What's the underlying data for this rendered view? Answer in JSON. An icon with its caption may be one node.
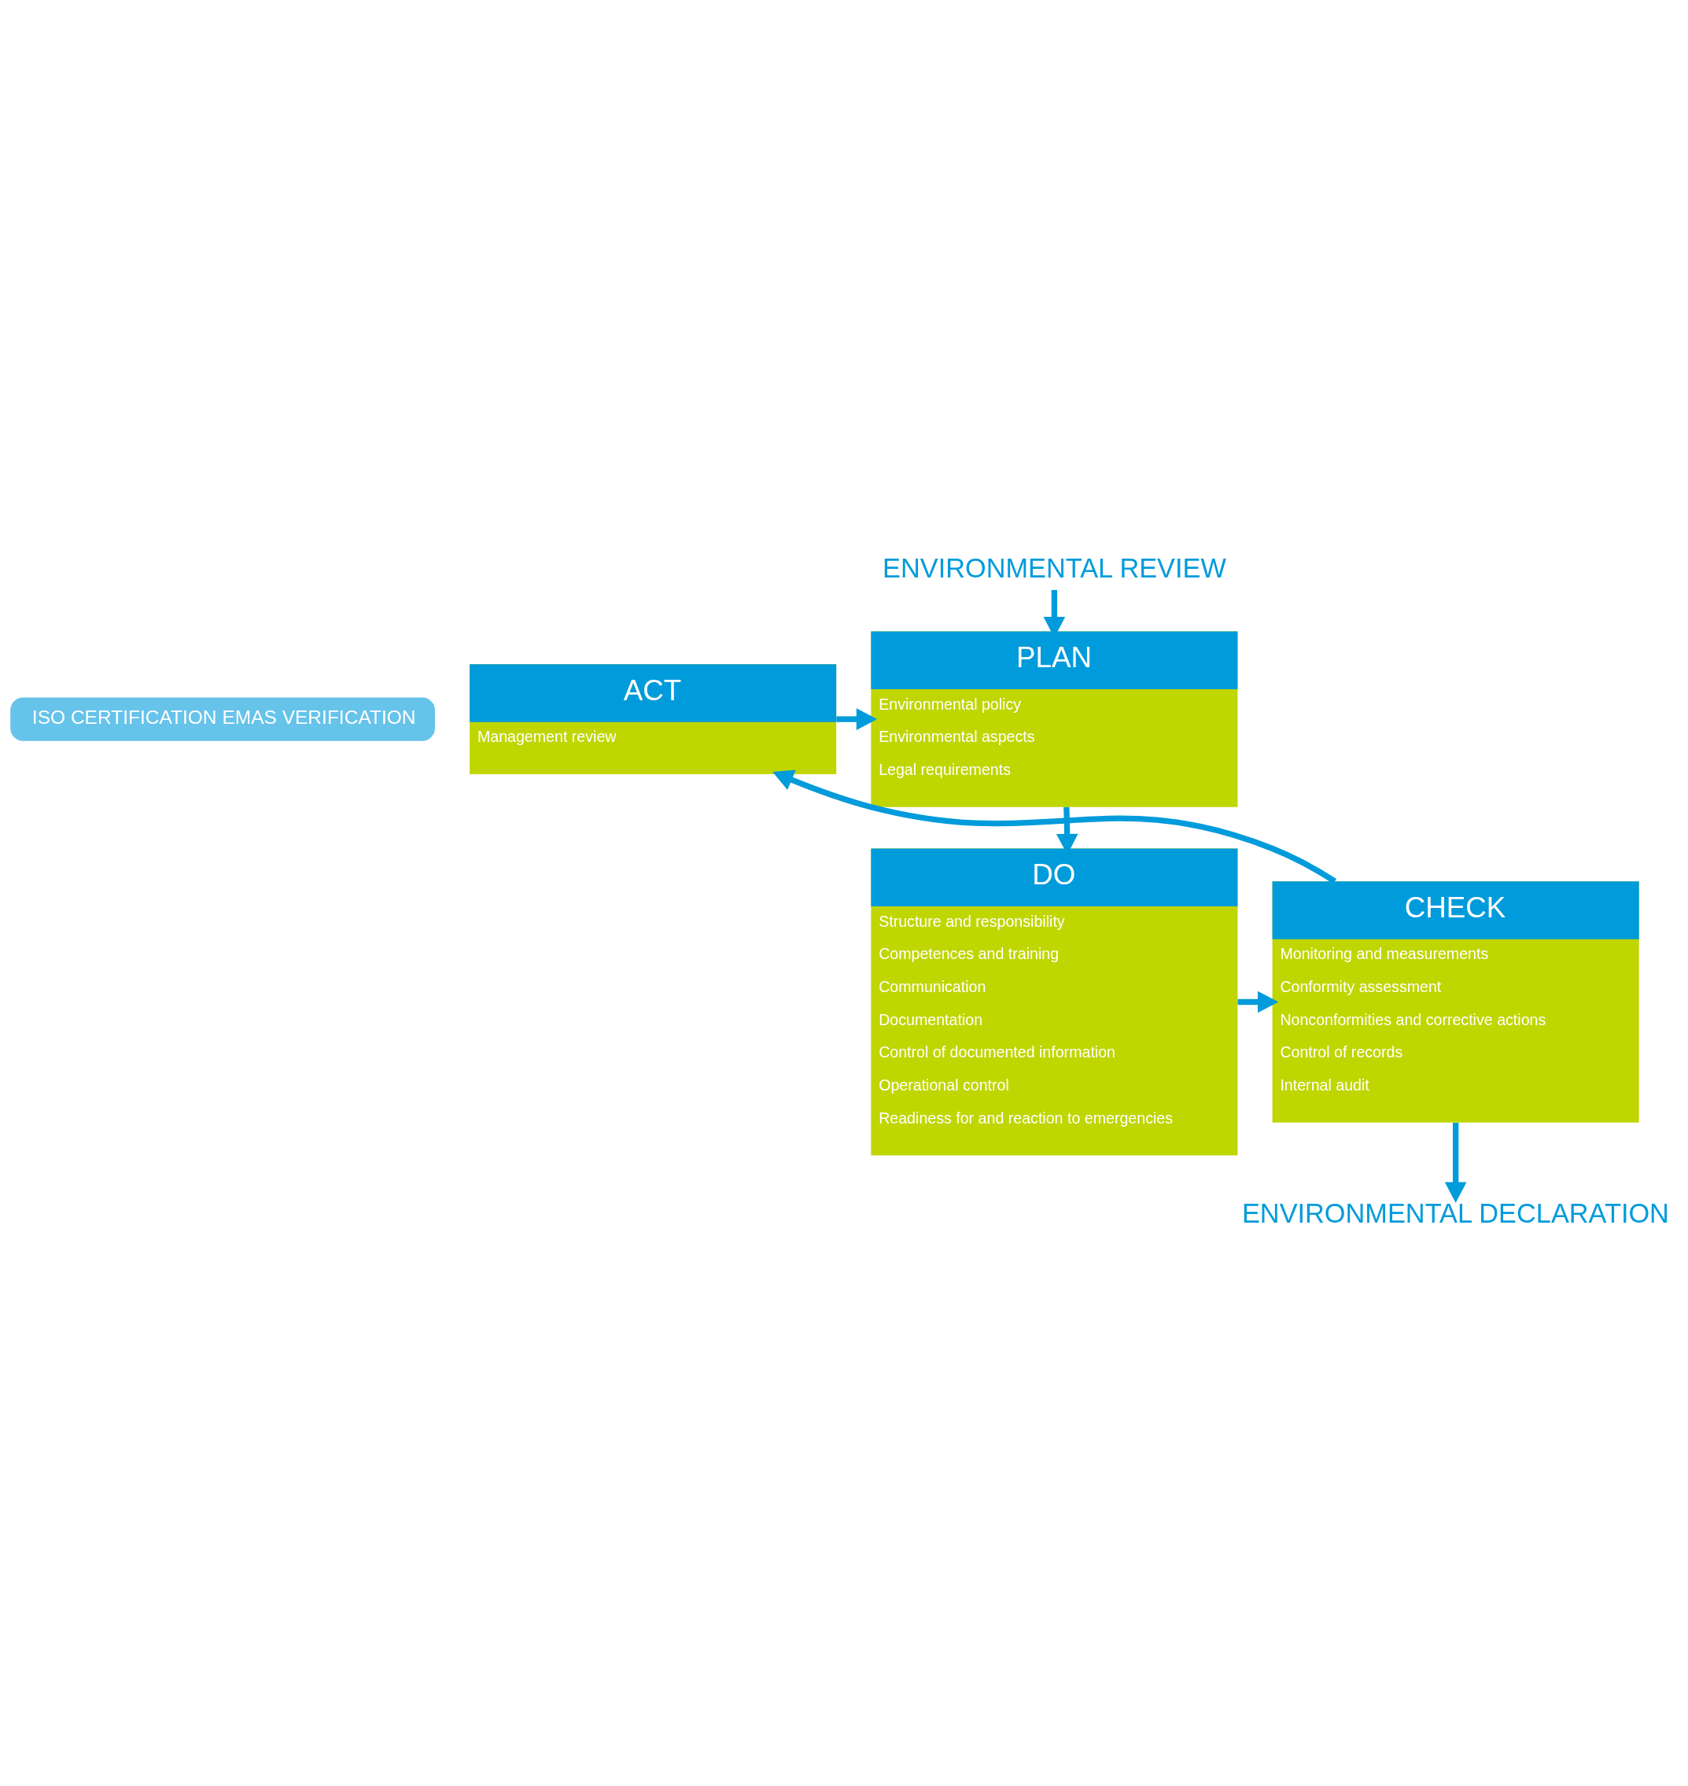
{
  "diagram": {
    "nodes": [
      {
        "text": [
          "ENVIRONMENTAL REVIEW"
        ]
      },
      {
        "text": [
          "ACT",
          "Management review"
        ]
      },
      {
        "text": [
          "PLAN",
          "Environmental policy",
          "Environmental aspects",
          "Legal requirements"
        ]
      },
      {
        "text": [
          "CHECK",
          "Monitoring and measurements",
          "Conformity assessment",
          "Nonconformities and corrective actions",
          "Control of records",
          "Internal audit"
        ]
      },
      {
        "text": [
          "DO",
          "Structure and responsibility",
          "Competences and training",
          "Communication",
          "Documentation",
          "Control of documented information",
          "Operational control",
          "Readiness for and reaction to emergencies"
        ]
      },
      {
        "text": [
          "ISO CERTIFICATION EMAS VERIFICATION"
        ]
      },
      {
        "text": [
          "ENVIRONMENTAL DECLARATION"
        ]
      }
    ],
    "edges": [
      {
        "from": 0,
        "to": 2,
        "arrow": "to"
      },
      {
        "from": 1,
        "to": 2,
        "arrow": "to"
      },
      {
        "from": 2,
        "to": 4,
        "arrow": "to"
      },
      {
        "from": 4,
        "to": 3,
        "arrow": "to"
      },
      {
        "from": 3,
        "to": 1,
        "arrow": "to"
      },
      {
        "from": 3,
        "to": 6,
        "arrow": "to"
      }
    ]
  }
}
